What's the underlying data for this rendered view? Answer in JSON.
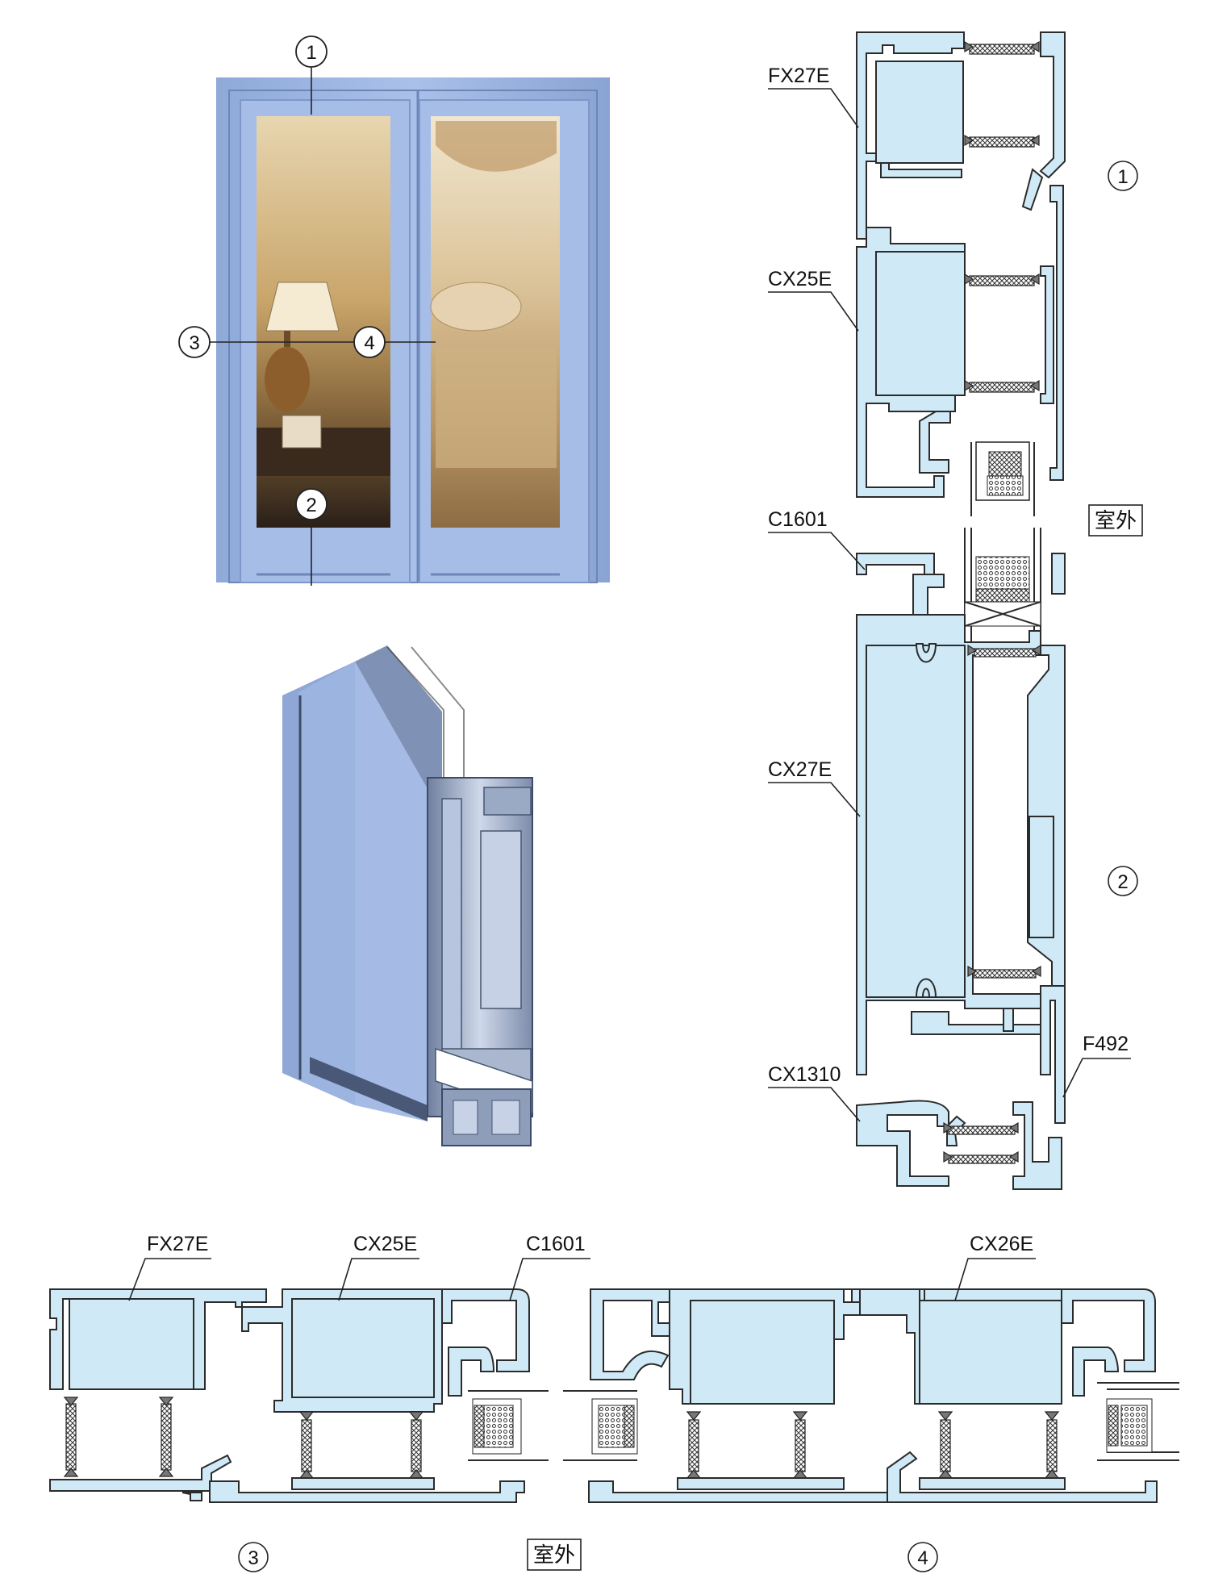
{
  "colors": {
    "frame_blue": "#9db8e6",
    "profile_fill": "#cfeaf6",
    "profile_stroke": "#2b2b2b"
  },
  "callouts": {
    "c1": "1",
    "c2": "2",
    "c3": "3",
    "c4": "4"
  },
  "vertical_section": {
    "labels": {
      "fx27e": "FX27E",
      "cx25e": "CX25E",
      "c1601": "C1601",
      "cx27e": "CX27E",
      "f492": "F492",
      "cx1310": "CX1310"
    },
    "callout_top": "1",
    "callout_bottom": "2",
    "outdoor": "室外"
  },
  "horizontal_section": {
    "labels": {
      "fx27e": "FX27E",
      "cx25e": "CX25E",
      "c1601": "C1601",
      "cx26e": "CX26E"
    },
    "callout_left": "3",
    "callout_right": "4",
    "outdoor": "室外"
  }
}
